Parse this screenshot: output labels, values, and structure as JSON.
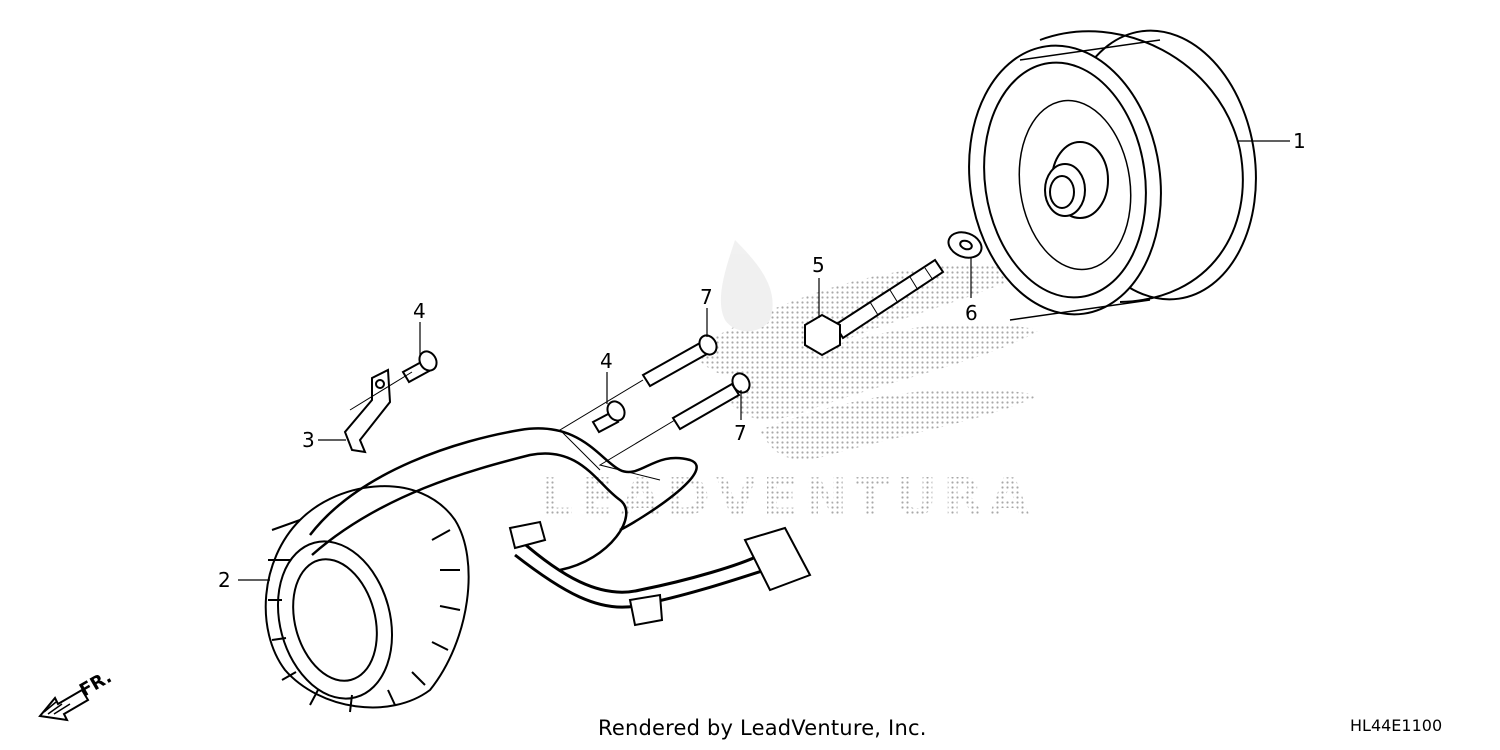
{
  "callouts": [
    {
      "id": "1",
      "label": "1"
    },
    {
      "id": "2",
      "label": "2"
    },
    {
      "id": "3",
      "label": "3"
    },
    {
      "id": "4a",
      "label": "4"
    },
    {
      "id": "4b",
      "label": "4"
    },
    {
      "id": "5",
      "label": "5"
    },
    {
      "id": "6",
      "label": "6"
    },
    {
      "id": "7a",
      "label": "7"
    },
    {
      "id": "7b",
      "label": "7"
    }
  ],
  "front_indicator": "FR.",
  "watermark_text": "LEADVENTURA",
  "footer": {
    "credit": "Rendered by LeadVenture, Inc.",
    "diagram_code": "HL44E1100"
  }
}
